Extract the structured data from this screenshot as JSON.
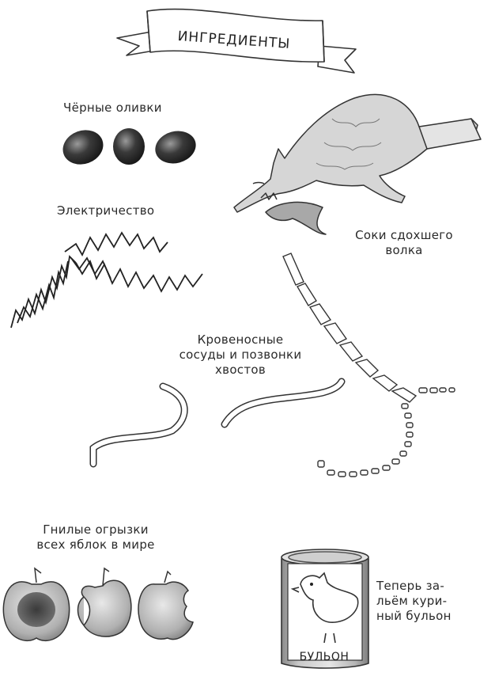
{
  "banner": {
    "title": "ИНГРЕДИЕНТЫ"
  },
  "labels": {
    "olives": "Чёрные оливки",
    "electricity": "Электричество",
    "wolf_line1": "Соки сдохшего",
    "wolf_line2": "волка",
    "vessels_line1": "Кровеносные",
    "vessels_line2": "сосуды и позвонки",
    "vessels_line3": "хвостов",
    "apples_line1": "Гнилые огрызки",
    "apples_line2": "всех яблок в мире",
    "broth_line1": "Теперь за-",
    "broth_line2": "льём кури-",
    "broth_line3": "ный бульон"
  },
  "can": {
    "label": "БУЛЬОН"
  },
  "colors": {
    "ink": "#222222",
    "pencil": "#555555",
    "shade": "#9a9a9a",
    "paper": "#ffffff"
  }
}
